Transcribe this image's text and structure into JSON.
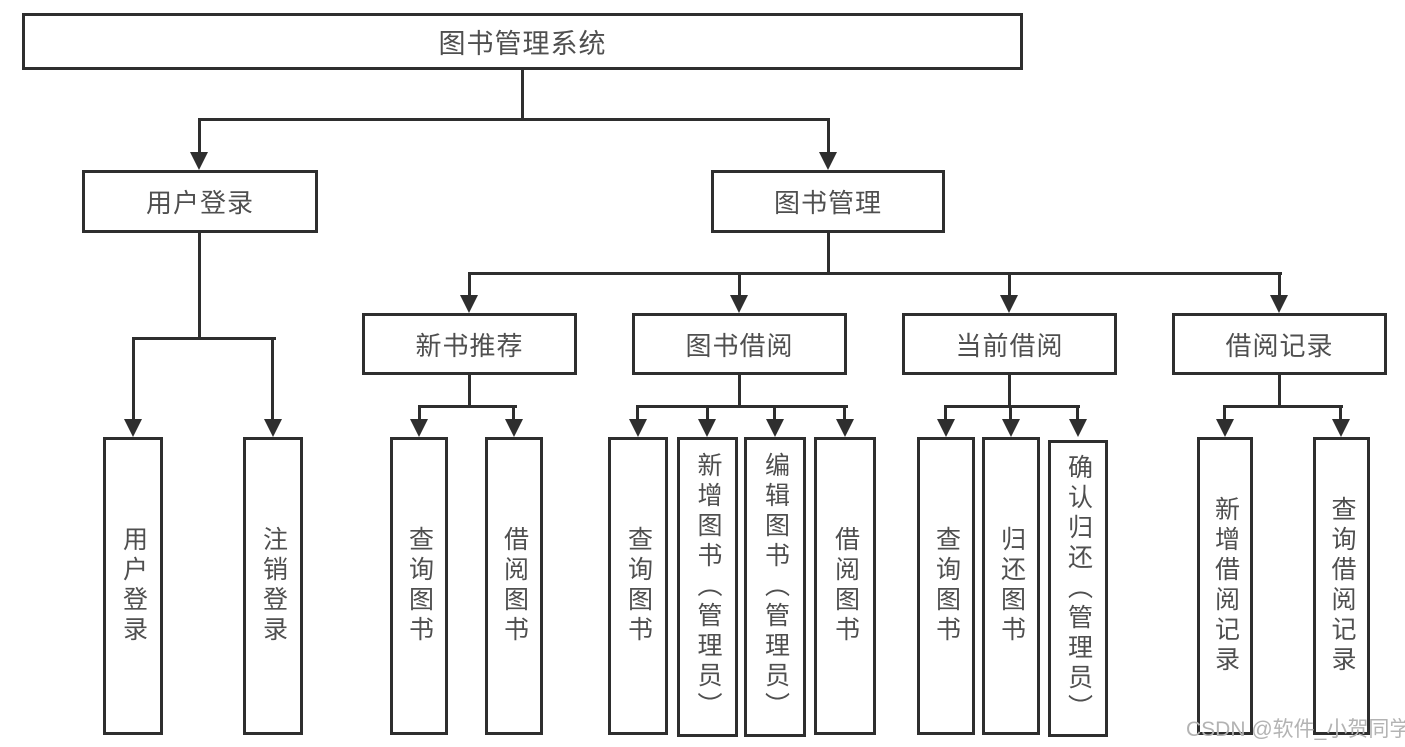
{
  "diagram": {
    "title": "图书管理系统",
    "level2": {
      "user_login": "用户登录",
      "book_management": "图书管理"
    },
    "level3": {
      "new_book_recommendation": "新书推荐",
      "book_borrowing": "图书借阅",
      "current_borrowing": "当前借阅",
      "borrowing_records": "借阅记录"
    },
    "leaves": {
      "user_login": "用户登录",
      "logout": "注销登录",
      "recommend_query_books": "查询图书",
      "recommend_borrow_books": "借阅图书",
      "borrow_query_books": "查询图书",
      "borrow_add_books_admin": "新增图书（管理员）",
      "borrow_edit_books_admin": "编辑图书（管理员）",
      "borrow_borrow_books": "借阅图书",
      "current_query_books": "查询图书",
      "current_return_books": "归还图书",
      "current_confirm_return_admin": "确认归还（管理员）",
      "records_add_record": "新增借阅记录",
      "records_query_record": "查询借阅记录"
    }
  },
  "watermark": "CSDN @软件_小贺同学",
  "colors": {
    "line": "#2e2e2e",
    "text": "#4f4f4f",
    "watermark": "#b3b3b3",
    "bg": "#ffffff"
  }
}
